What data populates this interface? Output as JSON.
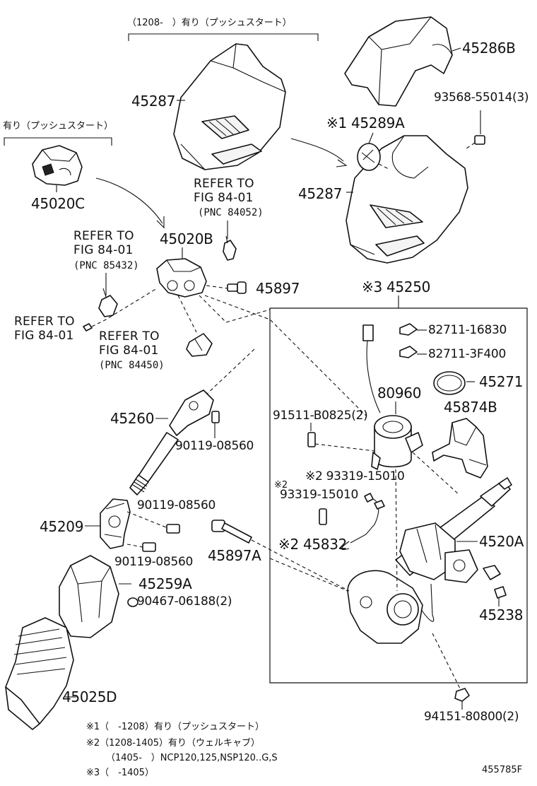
{
  "labels": {
    "bracket_top": "（1208-　）有り（プッシュスタート）",
    "p45286B": "45286B",
    "p45287_upper": "45287",
    "p93568": "93568-55014(3)",
    "bracket_left": "有り（プッシュスタート）",
    "p45289A": "※1 45289A",
    "refer_upper_1": "REFER TO",
    "refer_upper_2": "FIG 84-01",
    "refer_upper_pnc": "(PNC 84052)",
    "p45287_lower": "45287",
    "p45020C": "45020C",
    "p45020B": "45020B",
    "refer_left_1": "REFER TO",
    "refer_left_2": "FIG 84-01",
    "refer_left_pnc": "(PNC 85432)",
    "p45897": "45897",
    "p45250": "※3 45250",
    "p82711_16830": "82711-16830",
    "p82711_3F400": "82711-3F400",
    "refer_side_1": "REFER TO",
    "refer_side_2": "FIG 84-01",
    "refer_mid_1": "REFER TO",
    "refer_mid_2": "FIG 84-01",
    "refer_mid_pnc": "(PNC 84450)",
    "p45271": "45271",
    "p80960": "80960",
    "p91511": "91511-B0825(2)",
    "p45874B": "45874B",
    "p45260": "45260",
    "p90119_a": "90119-08560",
    "p93319_a": "※2 93319-15010",
    "p93319_b_mark": "※2",
    "p93319_b": "93319-15010",
    "p45209": "45209",
    "p90119_b": "90119-08560",
    "p45832": "※2 45832",
    "p4520A": "4520A",
    "p90119_c": "90119-08560",
    "p45897A": "45897A",
    "p45259A": "45259A",
    "p90467": "90467-06188(2)",
    "p45238": "45238",
    "p45025D": "45025D",
    "p94151": "94151-80800(2)"
  },
  "notes": [
    "※1（　-1208）有り（プッシュスタート）",
    "※2（1208-1405）有り（ウェルキャブ）",
    "（1405-　）NCP120,125,NSP120..G,S",
    "※3（　-1405）"
  ],
  "catalog_id": "455785F",
  "icons": [
    "steering-column-cover",
    "ignition-switch-housing",
    "steering-shaft",
    "universal-joint",
    "boot-cover",
    "steering-column-assembly",
    "power-steering-motor",
    "wire-harness-clamp",
    "bolt",
    "nut",
    "clip"
  ]
}
